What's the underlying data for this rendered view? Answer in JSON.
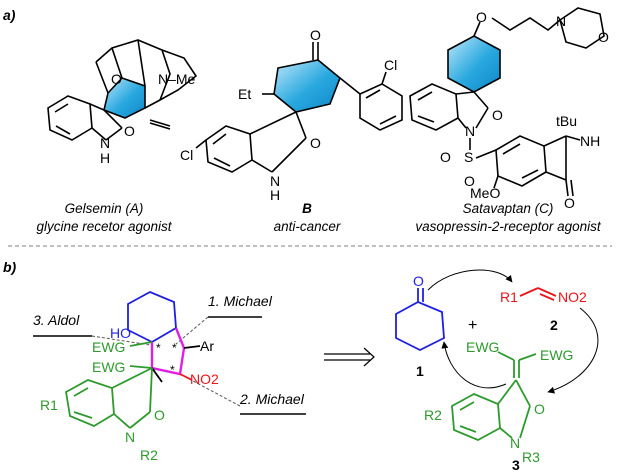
{
  "panel_a": {
    "label": "a)",
    "compounds": [
      {
        "name": "Gelsemin (A)",
        "description": "glycine recetor agonist",
        "atoms": {
          "o": "O",
          "nme": "N–Me",
          "nh": "N",
          "h": "H",
          "co": "O"
        }
      },
      {
        "name": "B",
        "description": "anti-cancer",
        "atoms": {
          "ko": "O",
          "et": "Et",
          "cl1": "Cl",
          "cl2": "Cl",
          "nh": "N",
          "h": "H",
          "co": "O"
        }
      },
      {
        "name": "Satavaptan (C)",
        "description": "vasopressin-2-receptor agonist",
        "atoms": {
          "o1": "O",
          "morph_n": "N",
          "morph_o": "O",
          "co": "O",
          "n": "N",
          "s": "S",
          "so1": "O",
          "so2": "O",
          "ome": "MeO",
          "tbu": "tBu",
          "nh": "NH",
          "amide_o": "O"
        }
      }
    ]
  },
  "panel_b": {
    "label": "b)",
    "retro": {
      "step1": "1. Michael",
      "step2": "2. Michael",
      "step3": "3. Aldol",
      "atoms": {
        "ho": "HO",
        "ar": "Ar",
        "no2": "NO2",
        "ewg1": "EWG",
        "ewg2": "EWG",
        "r1": "R1",
        "n": "N",
        "r2": "R2",
        "co": "O"
      },
      "stereo_mark": "*"
    },
    "forward": {
      "plus": "+",
      "c1": {
        "label": "1",
        "o": "O"
      },
      "c2": {
        "label": "2",
        "r": "R1",
        "no2": "NO2"
      },
      "c3": {
        "label": "3",
        "ewg1": "EWG",
        "ewg2": "EWG",
        "r2": "R2",
        "n": "N",
        "r3": "R3",
        "co": "O"
      }
    }
  },
  "colors": {
    "cyan_ring": "#29a8df",
    "blue": "#1f1fe0",
    "red": "#e8161b",
    "green": "#2e9a2e",
    "magenta": "#e020e0",
    "divider": "#9a9a9a"
  }
}
